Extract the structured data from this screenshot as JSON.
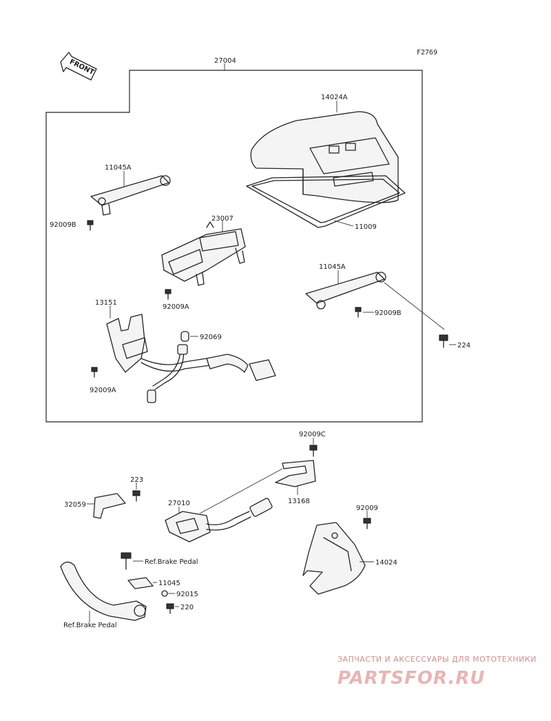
{
  "diagram": {
    "figure_code": "F2769",
    "front_label": "FRONT",
    "labels": {
      "p27004": "27004",
      "p14024A": "14024A",
      "p11045A_1": "11045A",
      "p92009B_1": "92009B",
      "p23007": "23007",
      "p11009": "11009",
      "p11045A_2": "11045A",
      "p92009A_1": "92009A",
      "p92009B_2": "92009B",
      "p13151": "13151",
      "p92069": "92069",
      "p224": "224",
      "p92009A_2": "92009A",
      "p92009C": "92009C",
      "p223": "223",
      "p13168": "13168",
      "p32059": "32059",
      "p27010": "27010",
      "p92009": "92009",
      "p14024": "14024",
      "ref_brake_pedal_1": "Ref.Brake Pedal",
      "p11045": "11045",
      "p92015": "92015",
      "p220": "220",
      "ref_brake_pedal_2": "Ref.Brake Pedal"
    }
  },
  "watermark": {
    "tagline": "ЗАПЧАСТИ И АКСЕССУАРЫ ДЛЯ МОТОТЕХНИКИ",
    "brand": "PARTSFOR.RU"
  }
}
